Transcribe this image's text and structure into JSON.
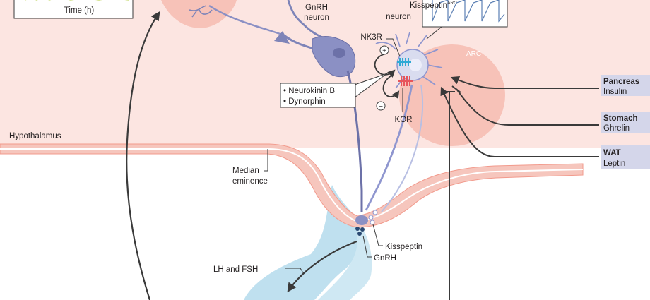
{
  "colors": {
    "background_upper": "#fce5e1",
    "arc_nucleus": "#f7c2b8",
    "hypothalamus_boundary": "#f4a79a",
    "pituitary": "#bfe0ef",
    "gnrh_neuron": "#8b90c4",
    "kisspeptin_neuron": "#d9dcef",
    "nk3r_receptor": "#2fa9d4",
    "kor_receptor": "#e8555b",
    "organ_box": "#d4d6ea",
    "arrow": "#3a3a3a"
  },
  "plot": {
    "xlabel": "Time (h)"
  },
  "labels": {
    "gnrh_neuron": [
      "GnRH",
      "neuron"
    ],
    "kisspeptin_neuron_main": "Kisspeptin",
    "kisspeptin_neuron_sup": "ARC",
    "kisspeptin_neuron_line2": "neuron",
    "nk3r": "NK3R",
    "kor": "KOR",
    "arc": "ARC",
    "plus": "+",
    "minus": "−",
    "hypothalamus": "Hypothalamus",
    "median_eminence": [
      "Median",
      "eminence"
    ],
    "kisspeptin_release": "Kisspeptin",
    "gnrh_release": "GnRH",
    "lh_fsh": "LH and FSH"
  },
  "neuropeptides": [
    "• Neurokinin B",
    "• Dynorphin"
  ],
  "organs": [
    {
      "organ": "Pancreas",
      "hormone": "Insulin"
    },
    {
      "organ": "Stomach",
      "hormone": "Ghrelin"
    },
    {
      "organ": "WAT",
      "hormone": "Leptin"
    }
  ]
}
